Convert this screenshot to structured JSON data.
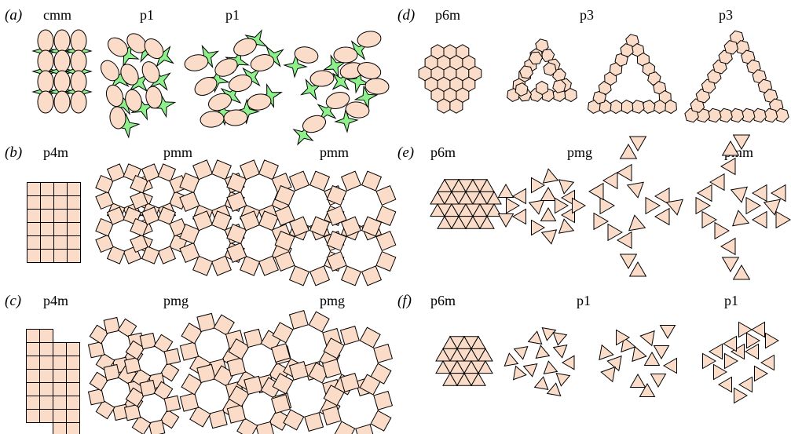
{
  "figure": {
    "panels": [
      {
        "id": "a",
        "label": "(a)",
        "groups": [
          "cmm",
          "p1",
          "p1"
        ]
      },
      {
        "id": "b",
        "label": "(b)",
        "groups": [
          "p4m",
          "pmm",
          "pmm"
        ]
      },
      {
        "id": "c",
        "label": "(c)",
        "groups": [
          "p4m",
          "pmg",
          "pmg"
        ]
      },
      {
        "id": "d",
        "label": "(d)",
        "groups": [
          "p6m",
          "p3",
          "p3"
        ]
      },
      {
        "id": "e",
        "label": "(e)",
        "groups": [
          "p6m",
          "pmg",
          "pmm"
        ]
      },
      {
        "id": "f",
        "label": "(f)",
        "groups": [
          "p6m",
          "p1",
          "p1"
        ]
      }
    ]
  },
  "colors": {
    "tile_fill": "#fbdcc8",
    "gap_fill": "#8ef08a",
    "stroke": "#000000"
  }
}
